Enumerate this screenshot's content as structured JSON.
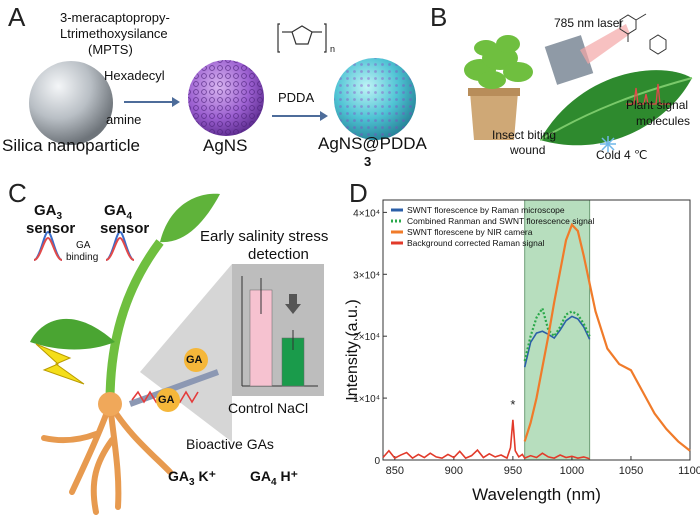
{
  "panelA": {
    "letter": "A",
    "reagent_line1": "3-meracaptopropy-",
    "reagent_line2": "Ltrimethoxysilance",
    "reagent_line3": "(MPTS)",
    "reagent2_line1": "Hexadecyl",
    "reagent2_line2": "amine",
    "label_silica": "Silica nanoparticle",
    "label_agns": "AgNS",
    "reagent3": "PDDA",
    "label_agns_pdda": "AgNS@PDDA",
    "label_3": "3",
    "polymer_sub": "n"
  },
  "panelB": {
    "letter": "B",
    "laser": "785 nm laser",
    "plant_signal_line1": "Plant signal",
    "plant_signal_line2": "molecules",
    "insect_line1": "Insect biting",
    "insect_line2": "wound",
    "cold": "Cold 4 ℃"
  },
  "panelC": {
    "letter": "C",
    "ga3_sensor_line1": "GA",
    "ga3_sub": "3",
    "ga3_sensor_line2": "sensor",
    "ga4_sensor_line1": "GA",
    "ga4_sub": "4",
    "ga4_sensor_line2": "sensor",
    "ga_binding_line1": "GA",
    "ga_binding_line2": "binding",
    "early_line1": "Early salinity stress",
    "early_line2": "detection",
    "bar_labels": "Control NaCl",
    "ga_badge": "GA",
    "bioactive": "Bioactive GAs",
    "ga3k": "GA",
    "ga3k_sub": "3",
    "ga3k_ion": " K⁺",
    "ga4h": "GA",
    "ga4h_sub": "4",
    "ga4h_ion": " H⁺",
    "bar_colors": [
      "#f6c2d0",
      "#1a9b4b"
    ]
  },
  "panelD": {
    "letter": "D",
    "star": "*"
  },
  "chart_data": {
    "type": "line",
    "xlabel": "Wavelength (nm)",
    "ylabel": "Intensity (a.u.)",
    "xlim": [
      840,
      1100
    ],
    "ylim": [
      0,
      42000
    ],
    "xticks": [
      850,
      900,
      950,
      1000,
      1050,
      1100
    ],
    "xtick_labels": [
      "850",
      "900",
      "950",
      "1000",
      "1050",
      "1100"
    ],
    "yticks": [
      0,
      10000,
      20000,
      30000,
      40000
    ],
    "ytick_labels": [
      "0",
      "1×10⁴",
      "2×10⁴",
      "3×10⁴",
      "4×10⁴"
    ],
    "shaded_region": [
      960,
      1015
    ],
    "shaded_color": "#9fd4a9",
    "legend_position": "top-left",
    "series": [
      {
        "name": "SWNT florescence by Raman microscope",
        "color": "#2b5fa8",
        "style": "solid",
        "x": [
          960,
          965,
          970,
          975,
          980,
          985,
          990,
          995,
          1000,
          1005,
          1010,
          1015
        ],
        "y": [
          15000,
          19000,
          20500,
          20800,
          20300,
          19700,
          21000,
          22500,
          23200,
          22800,
          21500,
          19500
        ]
      },
      {
        "name": "Combined Ranman and SWNT florescence signal",
        "color": "#2aa84a",
        "style": "dotted",
        "x": [
          960,
          965,
          970,
          975,
          980,
          985,
          990,
          995,
          1000,
          1005,
          1010,
          1015
        ],
        "y": [
          16000,
          20000,
          23000,
          24500,
          21000,
          20000,
          21500,
          23500,
          24000,
          23500,
          22000,
          20000
        ]
      },
      {
        "name": "SWNT florescene by NIR camera",
        "color": "#f07b2a",
        "style": "solid",
        "x": [
          960,
          965,
          970,
          975,
          980,
          985,
          990,
          995,
          1000,
          1005,
          1010,
          1020,
          1030,
          1040,
          1050,
          1060,
          1070,
          1080,
          1090,
          1100
        ],
        "y": [
          3000,
          6000,
          10000,
          15000,
          20000,
          25500,
          30500,
          35500,
          38000,
          37000,
          33000,
          24000,
          18000,
          15500,
          14500,
          11000,
          7500,
          5000,
          3000,
          1500
        ]
      },
      {
        "name": "Background corrected Raman signal",
        "color": "#e23a2a",
        "style": "solid",
        "x": [
          840,
          845,
          850,
          855,
          860,
          865,
          870,
          875,
          880,
          885,
          890,
          895,
          900,
          905,
          910,
          915,
          920,
          925,
          930,
          935,
          940,
          945,
          948,
          950,
          952,
          955,
          958,
          960,
          965,
          970,
          975,
          980,
          985,
          990,
          995,
          1000,
          1005,
          1010,
          1015
        ],
        "y": [
          400,
          1500,
          300,
          800,
          1200,
          300,
          900,
          400,
          1100,
          500,
          300,
          900,
          400,
          1400,
          300,
          700,
          1600,
          400,
          1000,
          500,
          800,
          300,
          2000,
          6500,
          1500,
          500,
          900,
          300,
          700,
          400,
          1100,
          500,
          300,
          800,
          400,
          600,
          300,
          500,
          200
        ]
      }
    ]
  }
}
